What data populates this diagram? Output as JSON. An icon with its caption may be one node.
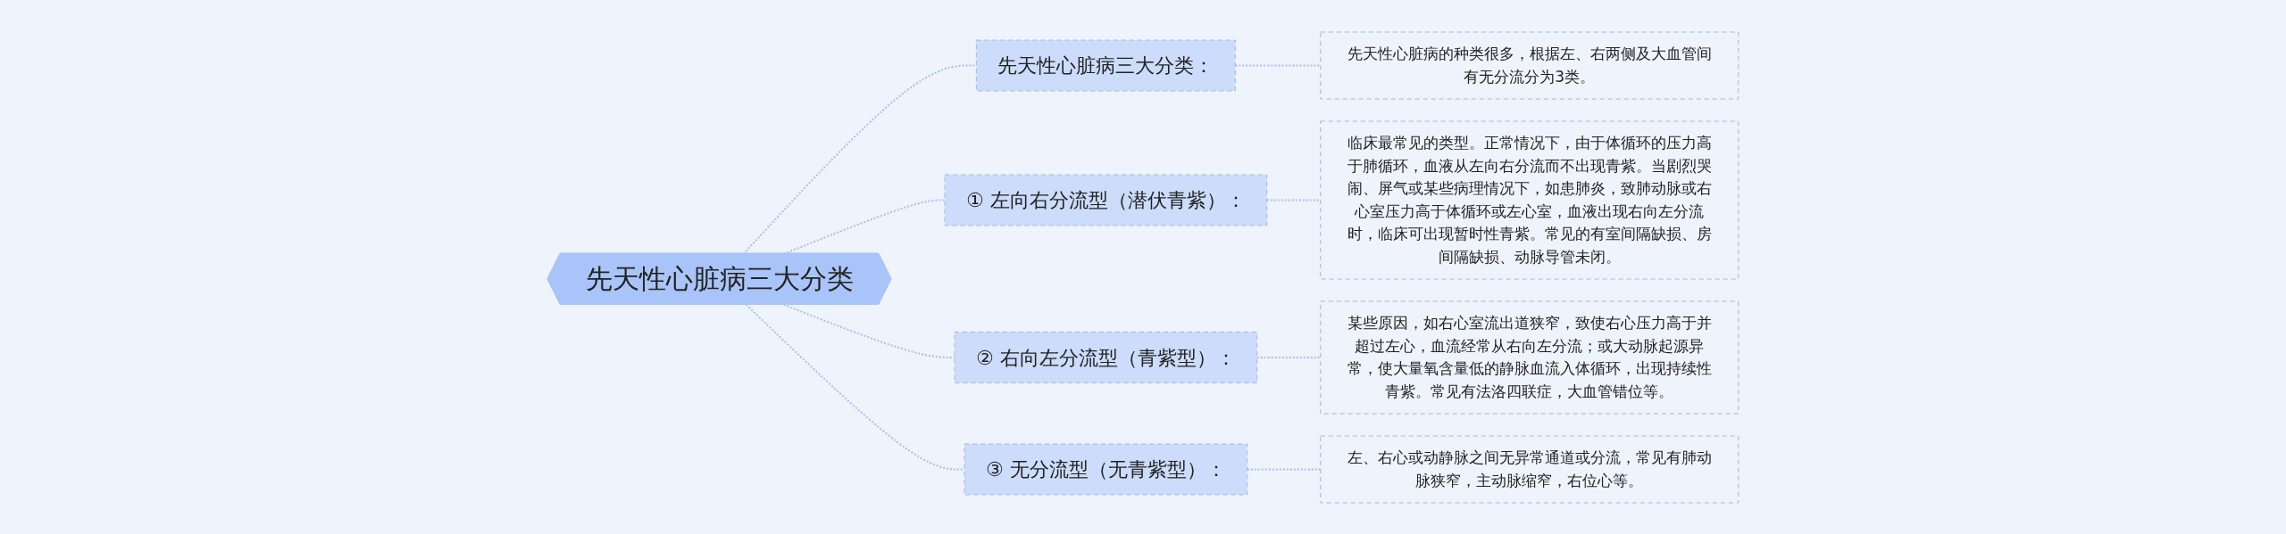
{
  "diagram": {
    "nodes": [
      {
        "text": [
          "先天性心脏病三大分类"
        ]
      },
      {
        "text": [
          "先天性心脏病三大分类："
        ]
      },
      {
        "text": [
          "先天性心脏病的种类很多，根据左、右两侧及大血管间有无分流分为3类。"
        ]
      },
      {
        "text": [
          "① 左向右分流型（潜伏青紫）："
        ]
      },
      {
        "text": [
          "临床最常见的类型。正常情况下，由于体循环的压力高于肺循环，血液从左向右分流而不出现青紫。当剧烈哭闹、屏气或某些病理情况下，如患肺炎，致肺动脉或右心室压力高于体循环或左心室，血液出现右向左分流时，临床可出现暂时性青紫。常见的有室间隔缺损、房间隔缺损、动脉导管未闭。"
        ]
      },
      {
        "text": [
          "② 右向左分流型（青紫型）："
        ]
      },
      {
        "text": [
          "某些原因，如右心室流出道狭窄，致使右心压力高于并超过左心，血流经常从右向左分流；或大动脉起源异常，使大量氧含量低的静脉血流入体循环，出现持续性青紫。常见有法洛四联症，大血管错位等。"
        ]
      },
      {
        "text": [
          "③ 无分流型（无青紫型）："
        ]
      },
      {
        "text": [
          "左、右心或动静脉之间无异常通道或分流，常见有肺动脉狭窄，主动脉缩窄，右位心等。"
        ]
      }
    ],
    "edges": [
      {
        "from": 0,
        "to": 1,
        "arrow": "none",
        "style": "dashed"
      },
      {
        "from": 1,
        "to": 2,
        "arrow": "none",
        "style": "dashed"
      },
      {
        "from": 0,
        "to": 3,
        "arrow": "none",
        "style": "dashed"
      },
      {
        "from": 3,
        "to": 4,
        "arrow": "none",
        "style": "dashed"
      },
      {
        "from": 0,
        "to": 5,
        "arrow": "none",
        "style": "dashed"
      },
      {
        "from": 5,
        "to": 6,
        "arrow": "none",
        "style": "dashed"
      },
      {
        "from": 0,
        "to": 7,
        "arrow": "none",
        "style": "dashed"
      },
      {
        "from": 7,
        "to": 8,
        "arrow": "none",
        "style": "dashed"
      }
    ]
  }
}
